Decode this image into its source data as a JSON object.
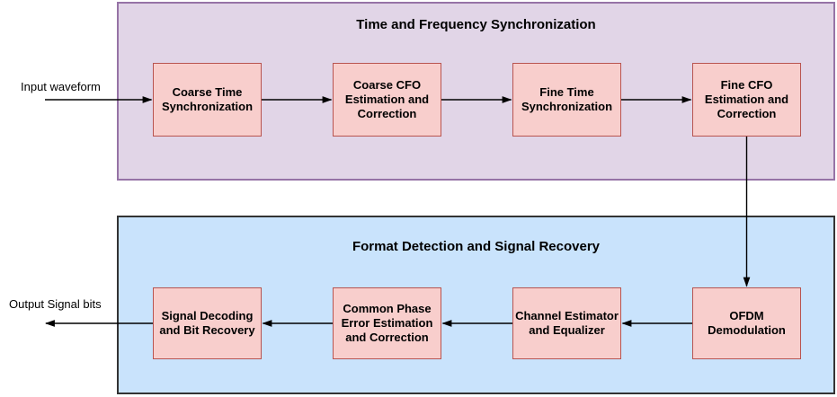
{
  "diagram": {
    "input_label": "Input waveform",
    "output_label": "Output Signal bits",
    "sections": [
      {
        "title": "Time and Frequency Synchronization",
        "fill": "#E1D5E7",
        "border_color": "#9673A6",
        "flow_direction": "left-to-right",
        "blocks": [
          {
            "label": "Coarse Time Synchronization"
          },
          {
            "label": "Coarse CFO Estimation and Correction"
          },
          {
            "label": "Fine Time Synchronization"
          },
          {
            "label": "Fine CFO Estimation and Correction"
          }
        ]
      },
      {
        "title": "Format Detection and Signal Recovery",
        "fill": "#C9E3FC",
        "border_color": "#333333",
        "flow_direction": "right-to-left",
        "blocks": [
          {
            "label": "Signal Decoding and Bit Recovery"
          },
          {
            "label": "Common Phase Error Estimation and Correction"
          },
          {
            "label": "Channel Estimator and Equalizer"
          },
          {
            "label": "OFDM Demodulation"
          }
        ]
      }
    ],
    "block_fill": "#F8CECC",
    "block_border_color": "#B85450",
    "arrow_color": "#000000",
    "text_color": "#000000",
    "background": "#FFFFFF"
  }
}
